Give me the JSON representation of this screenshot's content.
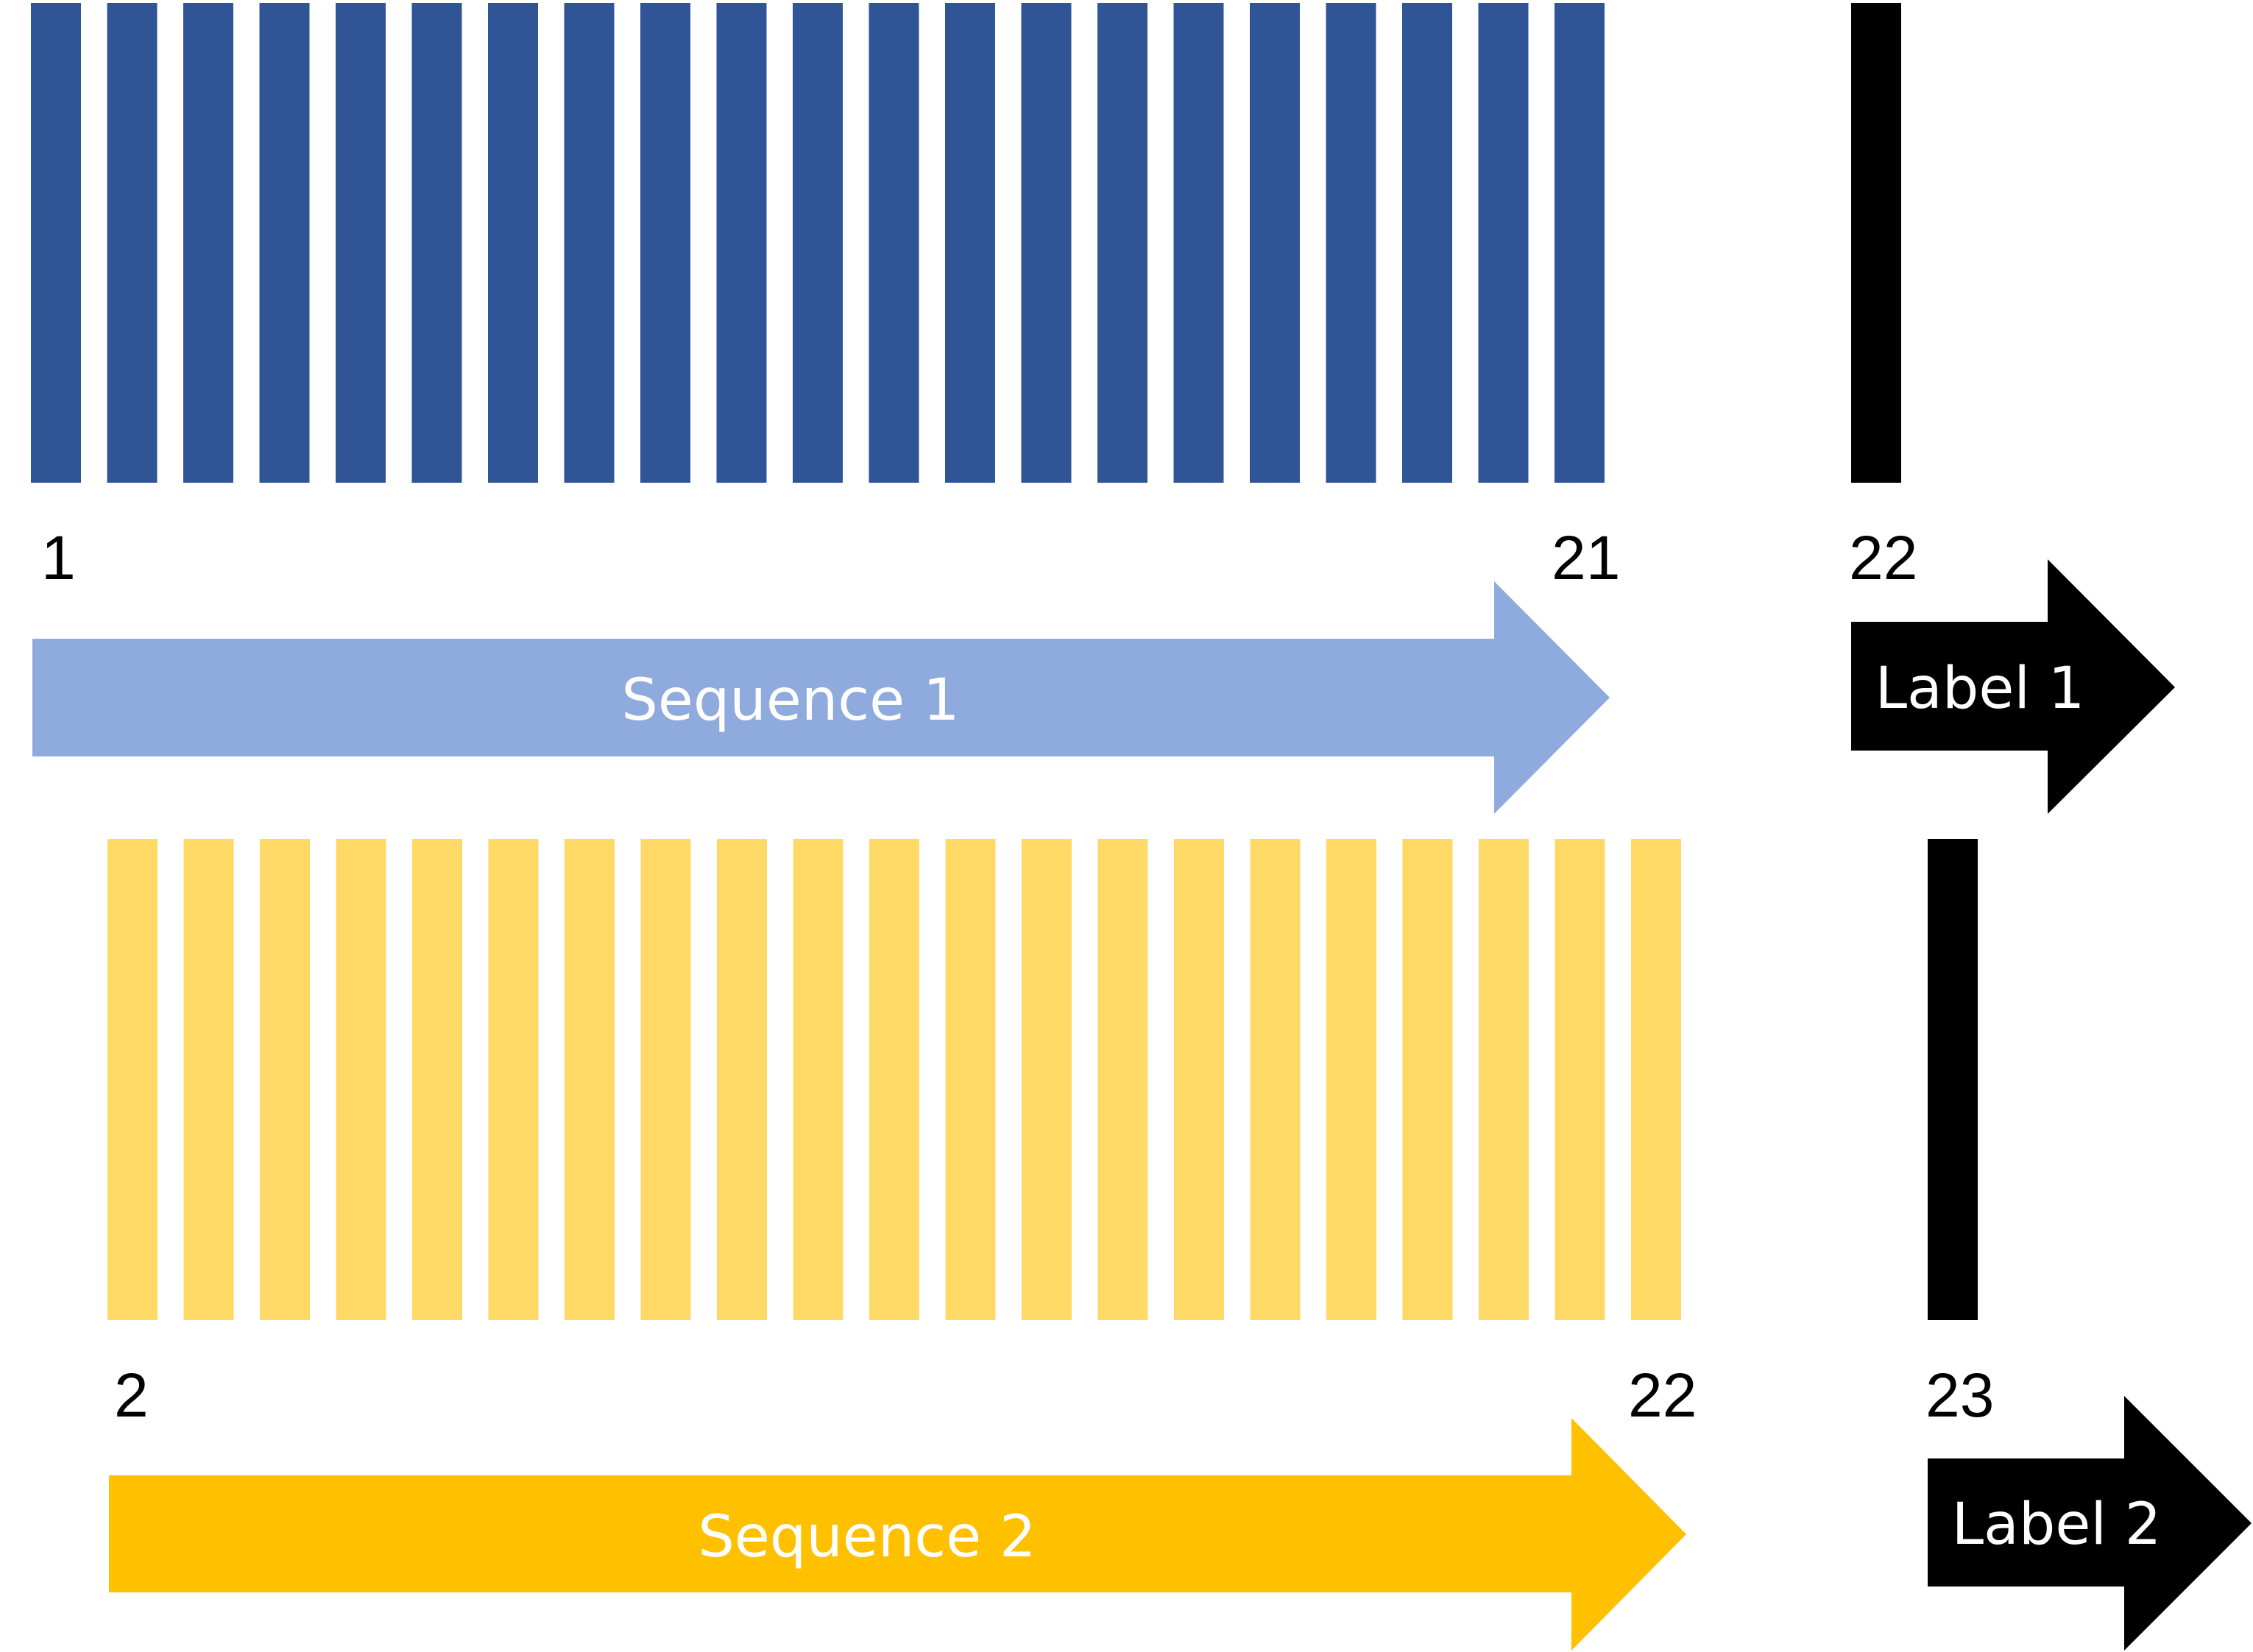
{
  "colors": {
    "seq1_bars": "#2f5597",
    "seq1_arrow": "#8faadc",
    "seq2_bars": "#ffd966",
    "seq2_arrow": "#ffc000",
    "label_bar": "#000000",
    "label_arrow": "#000000",
    "arrow_text": "#ffffff",
    "number_text": "#000000",
    "background": "#ffffff"
  },
  "rows": [
    {
      "bar_count": 21,
      "label_bar_count": 1,
      "start_index": "1",
      "end_index": "21",
      "label_index": "22",
      "sequence_label": "Sequence 1",
      "label_text": "Label 1"
    },
    {
      "bar_count": 21,
      "label_bar_count": 1,
      "start_index": "2",
      "end_index": "22",
      "label_index": "23",
      "sequence_label": "Sequence 2",
      "label_text": "Label 2"
    }
  ]
}
